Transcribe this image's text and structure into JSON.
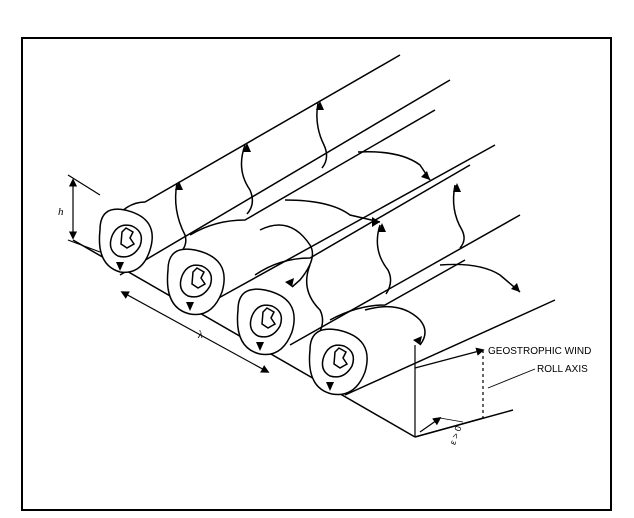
{
  "diagram": {
    "labels": {
      "height": "h",
      "wavelength": "λ",
      "geostrophic_wind": "GEOSTROPHIC WIND",
      "roll_axis": "ROLL AXIS",
      "angle": "ε > 0"
    },
    "roll_count": 4,
    "ink_color": "#000000",
    "background_color": "#ffffff"
  }
}
